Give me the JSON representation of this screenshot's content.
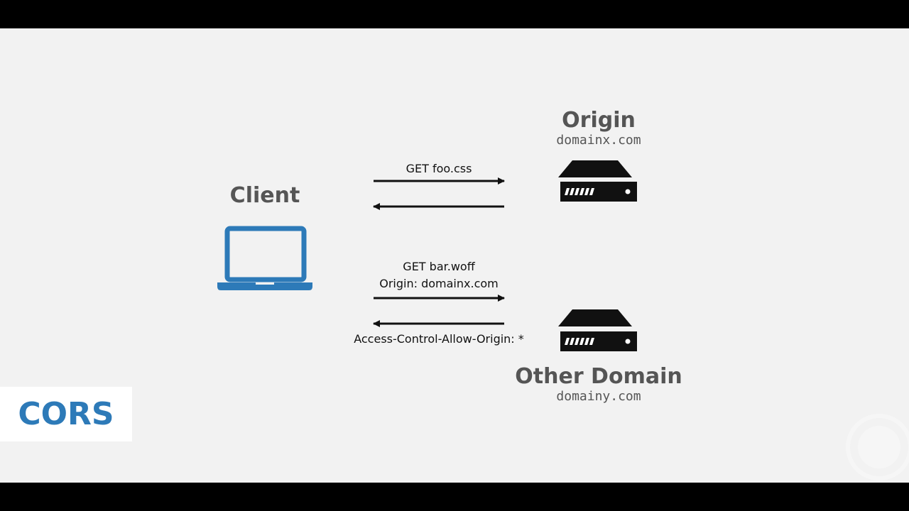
{
  "client": {
    "title": "Client"
  },
  "origin": {
    "title": "Origin",
    "domain": "domainx.com"
  },
  "other": {
    "title": "Other Domain",
    "domain": "domainy.com"
  },
  "messages": {
    "request1": "GET foo.css",
    "request2_line1": "GET bar.woff",
    "request2_line2": "Origin: domainx.com",
    "response2": "Access-Control-Allow-Origin: *"
  },
  "badge": {
    "label": "CORS"
  },
  "colors": {
    "accent": "#2d7ab8",
    "server": "#111111",
    "text": "#555555",
    "background": "#f2f2f2"
  },
  "icons": {
    "client": "laptop-icon",
    "servers": "server-icon"
  }
}
